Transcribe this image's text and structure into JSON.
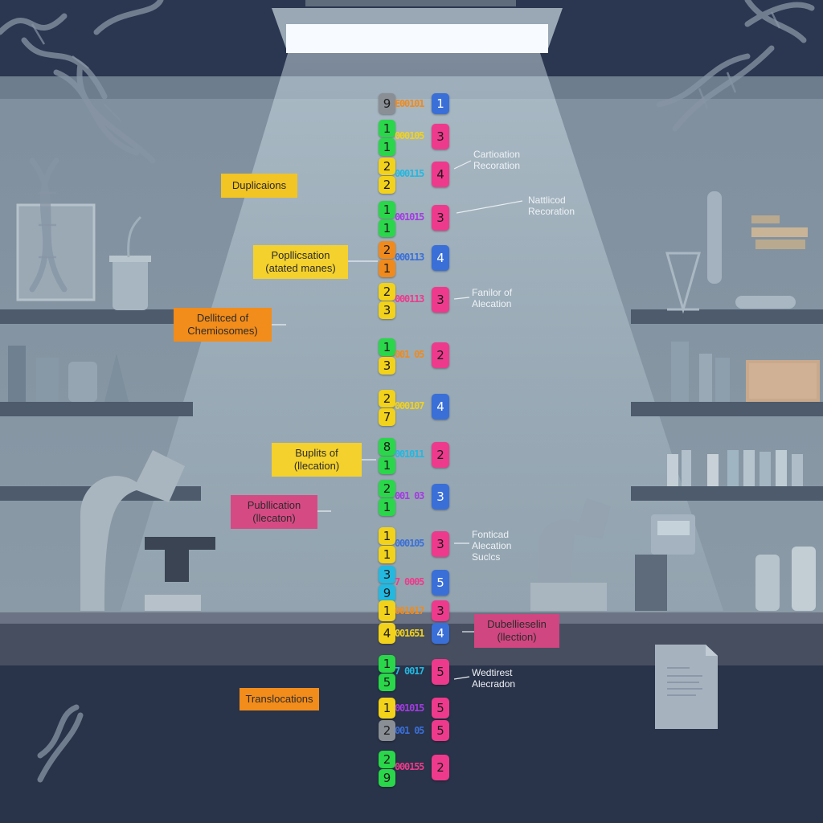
{
  "colors": {
    "wall_dark": "#2a3448",
    "lab_mid": "#8797a4",
    "beam": "#cfe2ea",
    "yellow": "#f2d21a",
    "green": "#2ad64a",
    "orange": "#f08a1c",
    "pink": "#ee3a8c",
    "blue": "#3a6fd8",
    "gray": "#8a8f96",
    "cyan": "#22b8e0",
    "purple": "#a23ce0",
    "magenta_box": "#d4487a"
  },
  "chromosome": [
    {
      "left": "9",
      "left_color": "gray",
      "seq": "E00101",
      "right": "1",
      "right_color": "blue"
    },
    {
      "left": "1",
      "left_color": "green",
      "left2": "1",
      "left2_color": "green",
      "seq": "000105",
      "right": "3",
      "right_color": "pink"
    },
    {
      "left": "2",
      "left_color": "yellow",
      "left2": "2",
      "left2_color": "yellow",
      "seq": "000115",
      "right": "4",
      "right_color": "pink"
    },
    {
      "left": "1",
      "left_color": "green",
      "left2": "1",
      "left2_color": "green",
      "seq": "001015",
      "right": "3",
      "right_color": "pink"
    },
    {
      "left": "2",
      "left_color": "orange",
      "left2": "1",
      "left2_color": "orange",
      "seq": "000113",
      "right": "4",
      "right_color": "blue"
    },
    {
      "left": "2",
      "left_color": "yellow",
      "left2": "3",
      "left2_color": "yellow",
      "seq": "000113",
      "right": "3",
      "right_color": "pink"
    },
    {
      "left": "1",
      "left_color": "green",
      "left2": "3",
      "left2_color": "yellow",
      "seq": "001 05",
      "right": "2",
      "right_color": "pink"
    },
    {
      "left": "2",
      "left_color": "yellow",
      "left2": "7",
      "left2_color": "yellow",
      "seq": "000107",
      "right": "4",
      "right_color": "blue"
    },
    {
      "left": "8",
      "left_color": "green",
      "left2": "1",
      "left2_color": "green",
      "seq": "001011",
      "right": "2",
      "right_color": "pink"
    },
    {
      "left": "2",
      "left_color": "green",
      "left2": "1",
      "left2_color": "green",
      "seq": "001 03",
      "right": "3",
      "right_color": "blue"
    },
    {
      "left": "1",
      "left_color": "yellow",
      "left2": "1",
      "left2_color": "yellow",
      "seq": "000105",
      "right": "3",
      "right_color": "pink"
    },
    {
      "left": "3",
      "left_color": "cyan",
      "left2": "9",
      "left2_color": "cyan",
      "seq": "7 0005",
      "right": "5",
      "right_color": "blue"
    },
    {
      "left": "1",
      "left_color": "yellow",
      "seq": "001017",
      "right": "3",
      "right_color": "pink"
    },
    {
      "left": "4",
      "left_color": "yellow",
      "seq": "001651",
      "right": "4",
      "right_color": "blue"
    },
    {
      "left": "1",
      "left_color": "green",
      "left2": "5",
      "left2_color": "green",
      "seq": "7 0017",
      "right": "5",
      "right_color": "pink"
    },
    {
      "left": "1",
      "left_color": "yellow",
      "seq": "001015",
      "right": "5",
      "right_color": "pink"
    },
    {
      "left": "2",
      "left_color": "gray",
      "seq": "001 05",
      "right": "5",
      "right_color": "pink"
    },
    {
      "left": "2",
      "left_color": "green",
      "left2": "9",
      "left2_color": "green",
      "seq": "000155",
      "right": "2",
      "right_color": "pink"
    }
  ],
  "labels": {
    "duplications": "Duplicaions",
    "poplication": "Popllicsation\n(atated manes)",
    "deleted": "Dellitced of\nChemiosomes)",
    "buplits": "Buplits of\n(llecation)",
    "publication": "Publlication\n(llecaton)",
    "dubelliesel": "Dubellieselin\n(llection)",
    "translocations": "Translocations"
  },
  "callouts": {
    "cartioation": "Cartioation\nRecoration",
    "nattlicod": "Nattlicod\nRecoration",
    "fanilor": "Fanilor of\nAlecation",
    "fonticad": "Fonticad\nAlecation\nSuclcs",
    "wedtirest": "Wedtirest\nAlecradon"
  }
}
